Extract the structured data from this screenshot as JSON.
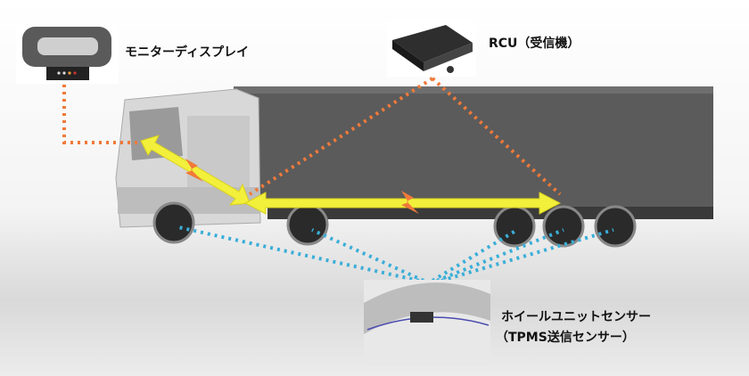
{
  "labels": {
    "monitor": "モニターディスプレイ",
    "rcu": "RCU（受信機）",
    "sensor_line1": "ホイールユニットセンサー",
    "sensor_line2": "（TPMS送信センサー）"
  },
  "colors": {
    "wired_link": "#f07a3a",
    "wireless_link": "#3aaed8",
    "data_arrow": "#f2f03a",
    "trailer": "#5a5a5a"
  }
}
